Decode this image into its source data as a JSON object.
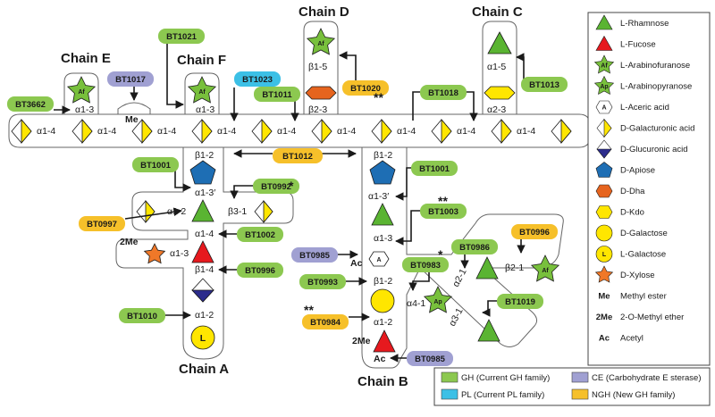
{
  "colors": {
    "gh": "#8cc850",
    "pl": "#3cc0e6",
    "ce": "#a0a0d2",
    "ngh": "#f6c02a",
    "rhamnose": "#5ab432",
    "fucose": "#e6191e",
    "arabinose": "#78c03c",
    "galacturonic": "#ffe600",
    "glucuronic": "#2c2c8c",
    "apiose": "#1e6eb4",
    "dha": "#e6641e",
    "kdo": "#ffe600",
    "galactose": "#ffe600",
    "xylose": "#f07828"
  },
  "chains": {
    "a": "Chain A",
    "b": "Chain B",
    "c": "Chain C",
    "d": "Chain D",
    "e": "Chain E",
    "f": "Chain F"
  },
  "enzymes": {
    "bt3662": "BT3662",
    "bt1017": "BT1017",
    "bt1021": "BT1021",
    "bt1023": "BT1023",
    "bt1011": "BT1011",
    "bt1020": "BT1020",
    "bt1018": "BT1018",
    "bt1013": "BT1013",
    "bt1012": "BT1012",
    "bt1001_left": "BT1001",
    "bt1001_right": "BT1001",
    "bt0992": "BT0992",
    "bt0997": "BT0997",
    "bt1002": "BT1002",
    "bt0996_left": "BT0996",
    "bt1010": "BT1010",
    "bt1003": "BT1003",
    "bt0985_top": "BT0985",
    "bt0986": "BT0986",
    "bt0996_right": "BT0996",
    "bt0983": "BT0983",
    "bt0993": "BT0993",
    "bt1019": "BT1019",
    "bt0984": "BT0984",
    "bt0985_bottom": "BT0985"
  },
  "linkages": {
    "backbone": [
      "α1-4",
      "α1-4",
      "α1-4",
      "α1-4",
      "α1-4",
      "α1-4",
      "α1-4",
      "α1-4",
      "α1-4"
    ],
    "chain_e": "α1-3",
    "chain_f": "α1-3",
    "chain_d_top": "β1-5",
    "chain_d_bottom": "β2-3",
    "chain_c_top": "α1-5",
    "chain_c_bottom": "α2-3",
    "a_b12": "β1-2",
    "a_a13p": "α1-3′",
    "a_b31": "β3-1",
    "a_a12": "α1-2",
    "a_a14": "α1-4",
    "a_a13": "α1-3",
    "a_b14": "β1-4",
    "a_a12_bottom": "α1-2",
    "b_b12": "β1-2",
    "b_a13p": "α1-3′",
    "b_a13": "α1-3",
    "b_a21": "α2-1",
    "b_b21": "β2-1",
    "b_b12_lower": "β1-2",
    "b_a41": "α4-1",
    "b_a31": "α3-1",
    "b_a12": "α1-2"
  },
  "modifiers": {
    "me": "Me",
    "two_me_a": "2Me",
    "ac_b": "Ac",
    "two_me_b": "2Me",
    "ac_b2": "Ac"
  },
  "symbol_letters": {
    "af": "Af",
    "ap": "Ap",
    "a": "A",
    "l": "L"
  },
  "stars": {
    "double": "**",
    "single": "*"
  },
  "legend": {
    "items": [
      {
        "label": "L-Rhamnose",
        "icon": "green-triangle"
      },
      {
        "label": "L-Fucose",
        "icon": "red-triangle"
      },
      {
        "label": "L-Arabinofuranose",
        "icon": "green-star-af"
      },
      {
        "label": "L-Arabinopyranose",
        "icon": "green-star-ap"
      },
      {
        "label": "L-Aceric acid",
        "icon": "white-hexagon-a"
      },
      {
        "label": "D-Galacturonic acid",
        "icon": "yellow-white-diamond"
      },
      {
        "label": "D-Glucuronic acid",
        "icon": "blue-white-diamond"
      },
      {
        "label": "D-Apiose",
        "icon": "blue-pentagon"
      },
      {
        "label": "D-Dha",
        "icon": "orange-hexagon"
      },
      {
        "label": "D-Kdo",
        "icon": "yellow-hexagon"
      },
      {
        "label": "D-Galactose",
        "icon": "yellow-circle"
      },
      {
        "label": "L-Galactose",
        "icon": "yellow-circle-l"
      },
      {
        "label": "D-Xylose",
        "icon": "orange-star"
      },
      {
        "label": "Methyl ester",
        "icon": "me-text"
      },
      {
        "label": "2-O-Methyl ether",
        "icon": "2me-text"
      },
      {
        "label": "Acetyl",
        "icon": "ac-text"
      }
    ],
    "icon_text": {
      "me": "Me",
      "two_me": "2Me",
      "ac": "Ac"
    }
  },
  "key": {
    "gh": "GH (Current GH family)",
    "pl": "PL (Current PL family)",
    "ce": "CE (Carbohydrate E sterase)",
    "ngh": "NGH (New GH family)"
  }
}
